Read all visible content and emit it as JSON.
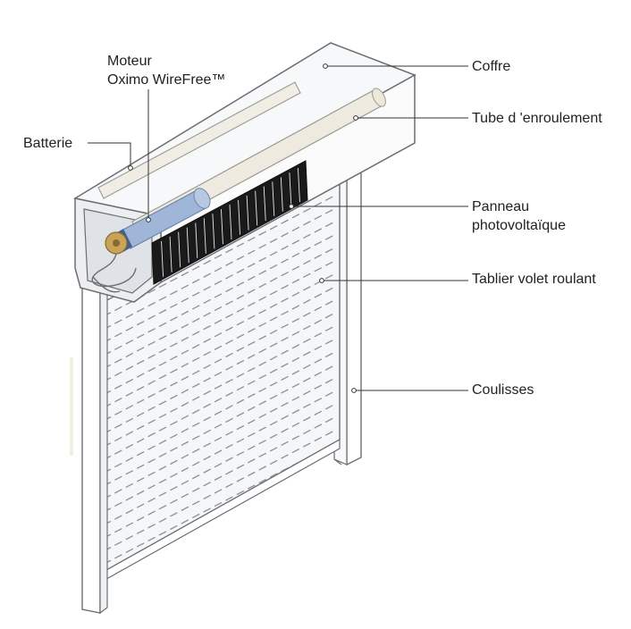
{
  "labels": {
    "moteur": [
      "Moteur",
      "Oximo WireFree™"
    ],
    "batterie": "Batterie",
    "coffre": "Coffre",
    "tube": "Tube d 'enroulement",
    "panneau": [
      "Panneau",
      "photovoltaïque"
    ],
    "tablier": "Tablier volet roulant",
    "coulisses": "Coulisses"
  },
  "colors": {
    "outline": "#6b6f73",
    "slat_line": "#8b9096",
    "curtain_fill": "#f4f5f6",
    "solar_panel": "#1a1a1a",
    "motor_blue": "#9fb6d8",
    "motor_gold": "#c9a35a"
  }
}
